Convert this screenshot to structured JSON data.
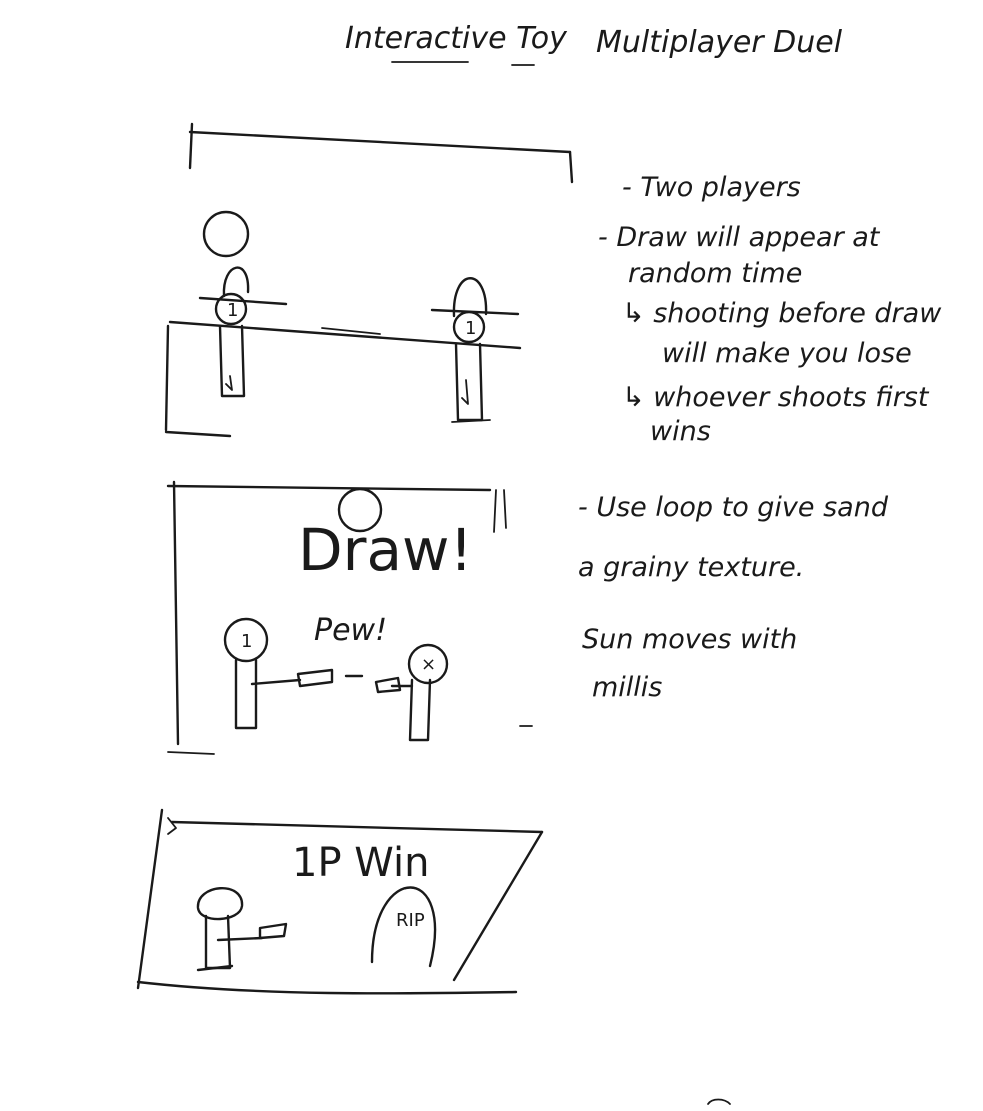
{
  "header": {
    "left_title": "Interactive Toy",
    "right_title": "Multiplayer Duel"
  },
  "frame1": {
    "player_left_number": "1",
    "player_right_number": "1"
  },
  "frame2": {
    "draw_text": "Draw!",
    "pew_text": "Pew!",
    "player_left_number": "1",
    "player_right_mark": "×"
  },
  "frame3": {
    "win_text": "1P Win",
    "tombstone_text": "RIP"
  },
  "notes": {
    "block1": [
      "- Two players",
      "- Draw will appear at",
      "random time",
      "↳ shooting before draw",
      "will make you lose",
      "↳ whoever shoots first",
      "wins"
    ],
    "block2": [
      "- Use loop to give sand",
      "a grainy texture.",
      "Sun moves with",
      "millis"
    ]
  },
  "colors": {
    "ink": "#1a1a1a",
    "paper": "#ffffff"
  }
}
